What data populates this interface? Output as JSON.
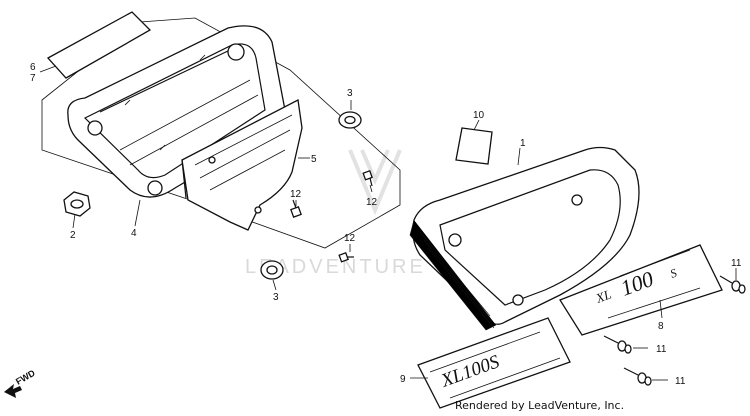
{
  "callouts": {
    "c6": "6",
    "c7": "7",
    "c3a": "3",
    "c5": "5",
    "c10": "10",
    "c1": "1",
    "c12a": "12",
    "c12b": "12",
    "c12c": "12",
    "c2": "2",
    "c4": "4",
    "c3b": "3",
    "c11a": "11",
    "c11b": "11",
    "c11c": "11",
    "c8": "8",
    "c9": "9"
  },
  "decals": {
    "left": "XL100S",
    "right_xl": "XL",
    "right_model": "100",
    "right_suffix": "S"
  },
  "fwd_label": "FWD",
  "watermark": "LEADVENTURE",
  "footer": "Rendered by LeadVenture, Inc."
}
